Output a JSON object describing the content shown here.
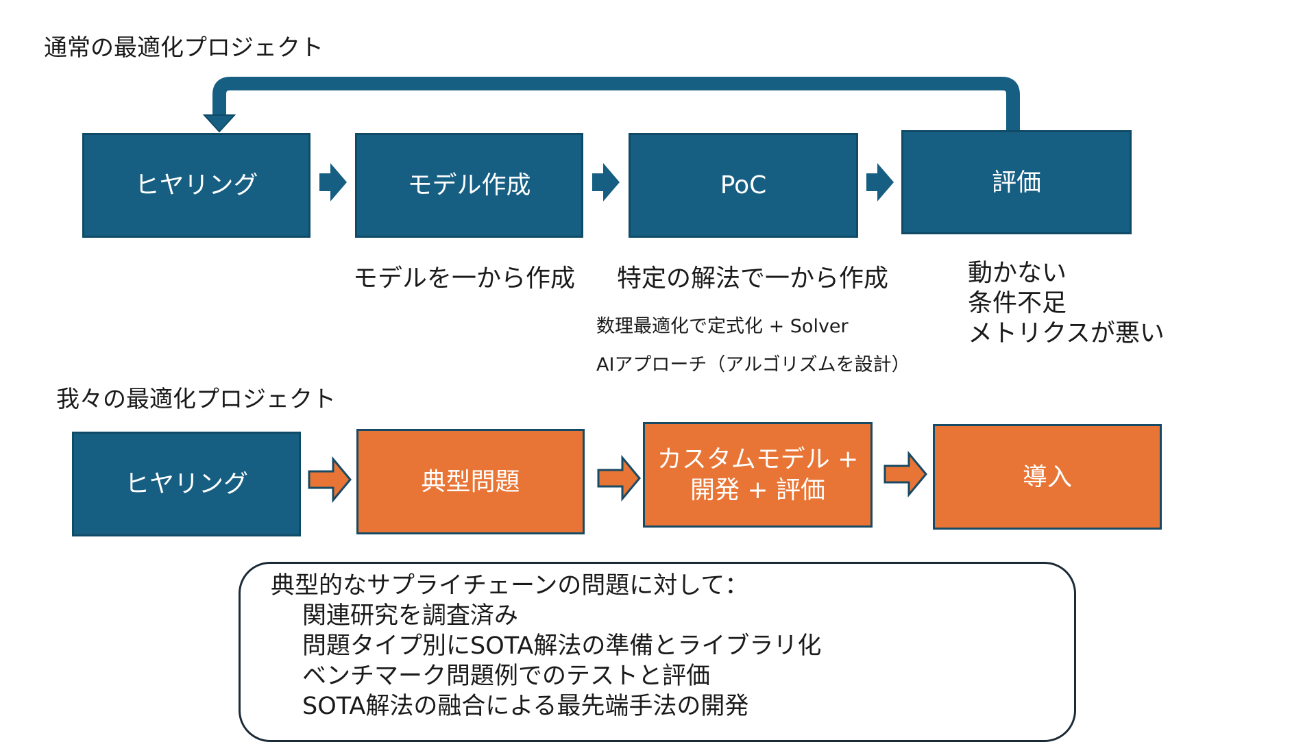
{
  "colors": {
    "blue": "#175f82",
    "orange": "#e87535",
    "arrow_outline": "#174a64"
  },
  "normal": {
    "heading": "通常の最適化プロジェクト",
    "steps": [
      "ヒヤリング",
      "モデル作成",
      "PoC",
      "評価"
    ],
    "notes": {
      "model": "モデルを一から作成",
      "poc": "特定の解法で一から作成",
      "poc_sub1": "数理最適化で定式化 + Solver",
      "poc_sub2": "AIアプローチ（アルゴリズムを設計）",
      "eval": [
        "動かない",
        "条件不足",
        "メトリクスが悪い"
      ]
    }
  },
  "ours": {
    "heading": "我々の最適化プロジェクト",
    "steps": [
      "ヒヤリング",
      "典型問題",
      "カスタムモデル +",
      "開発 + 評価",
      "導入"
    ],
    "callout_title": "典型的なサプライチェーンの問題に対して：",
    "callout_items": [
      "関連研究を調査済み",
      "問題タイプ別にSOTA解法の準備とライブラリ化",
      "ベンチマーク問題例でのテストと評価",
      "SOTA解法の融合による最先端手法の開発"
    ]
  }
}
